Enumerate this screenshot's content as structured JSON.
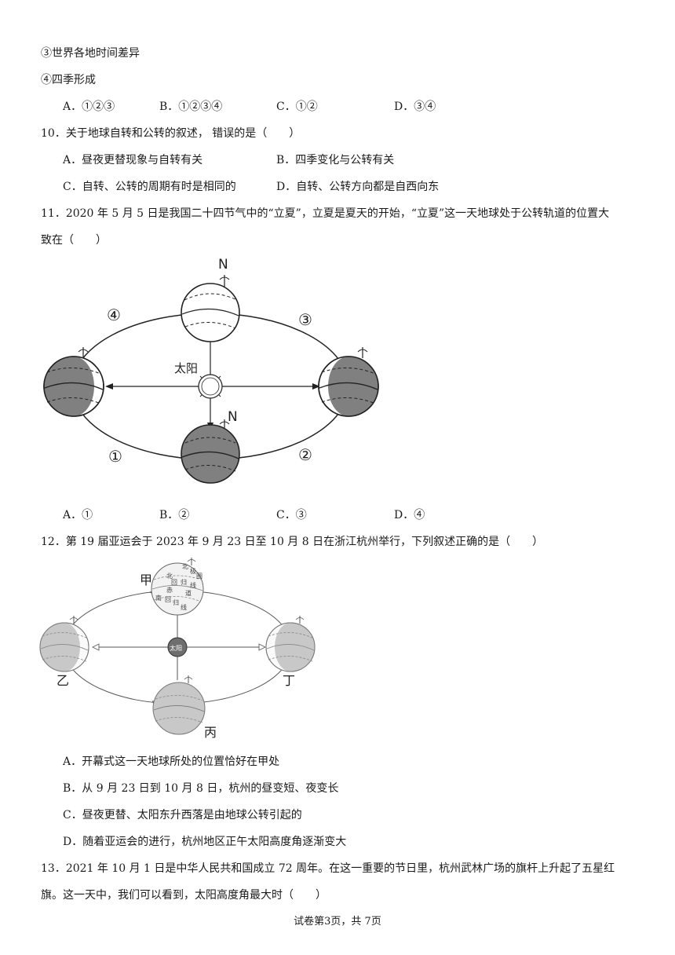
{
  "items": {
    "item3": "③世界各地时间差异",
    "item4": "④四季形成"
  },
  "q9_options": [
    "A．①②③",
    "B．①②③④",
    "C．①②",
    "D．③④"
  ],
  "q10": {
    "stem": "10．关于地球自转和公转的叙述， 错误的是（　　）",
    "A": "A．昼夜更替现象与自转有关",
    "B": "B．四季变化与公转有关",
    "C": "C．自转、公转的周期有时是相同的",
    "D": "D．自转、公转方向都是自西向东"
  },
  "q11": {
    "stem1": "11．2020 年 5 月 5 日是我国二十四节气中的“立夏”，立夏是夏天的开始，“立夏”这一天地球处于公转轨道的位置大",
    "stem2": "致在（　　）",
    "figure": {
      "north_top": "N",
      "north_bottom": "N",
      "sun_label": "太阳",
      "pos4": "④",
      "pos3": "③",
      "pos1": "①",
      "pos2": "②"
    },
    "options": [
      "A．①",
      "B．②",
      "C．③",
      "D．④"
    ]
  },
  "q12": {
    "stem": "12．第 19 届亚运会于 2023 年 9 月 23 日至 10 月 8 日在浙江杭州举行，下列叙述正确的是（　　）",
    "figure": {
      "jia": "甲",
      "yi": "乙",
      "bing": "丙",
      "ding": "丁",
      "sun": "太阳",
      "globe_labels": [
        "北",
        "极",
        "圈",
        "北",
        "回",
        "归",
        "线",
        "赤",
        "道",
        "南",
        "回",
        "归",
        "线"
      ]
    },
    "A": "A．开幕式这一天地球所处的位置恰好在甲处",
    "B": "B．从 9 月 23 日到 10 月 8 日，杭州的昼变短、夜变长",
    "C": "C．昼夜更替、太阳东升西落是由地球公转引起的",
    "D": "D．随着亚运会的进行，杭州地区正午太阳高度角逐渐变大"
  },
  "q13": {
    "stem1": "13．2021 年 10 月 1 日是中华人民共和国成立 72 周年。在这一重要的节日里，杭州武林广场的旗杆上升起了五星红",
    "stem2": "旗。这一天中，我们可以看到，太阳高度角最大时（　　）"
  },
  "footer": "试卷第3页，共 7页",
  "colors": {
    "dark_shade": "#808080",
    "light_shade": "#c8c8c8",
    "line": "#222222"
  }
}
